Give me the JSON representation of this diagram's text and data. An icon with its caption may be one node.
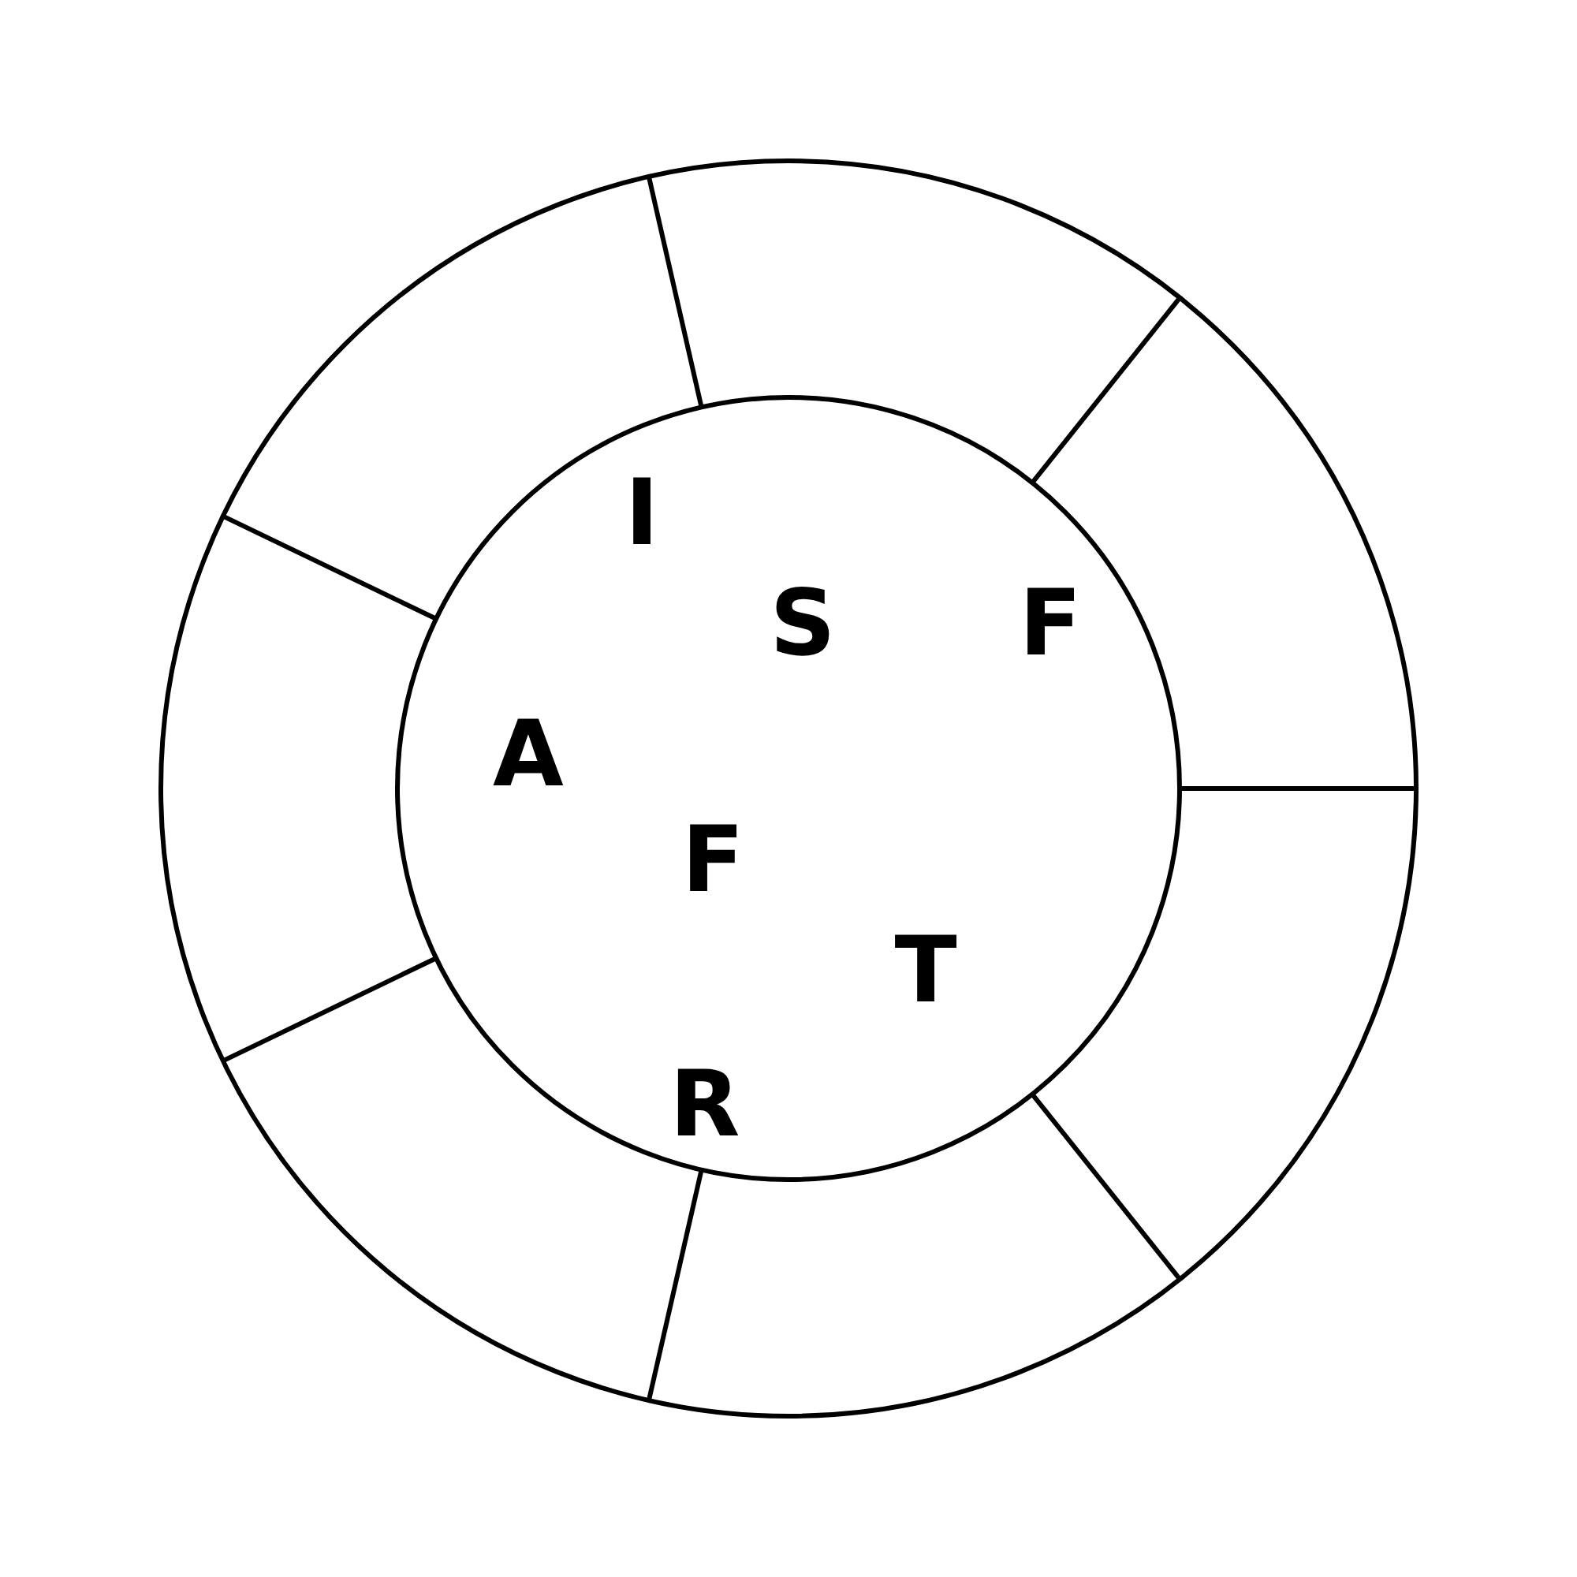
{
  "diagram": {
    "labels": [
      "I",
      "S",
      "F",
      "A",
      "F",
      "T",
      "R"
    ]
  }
}
